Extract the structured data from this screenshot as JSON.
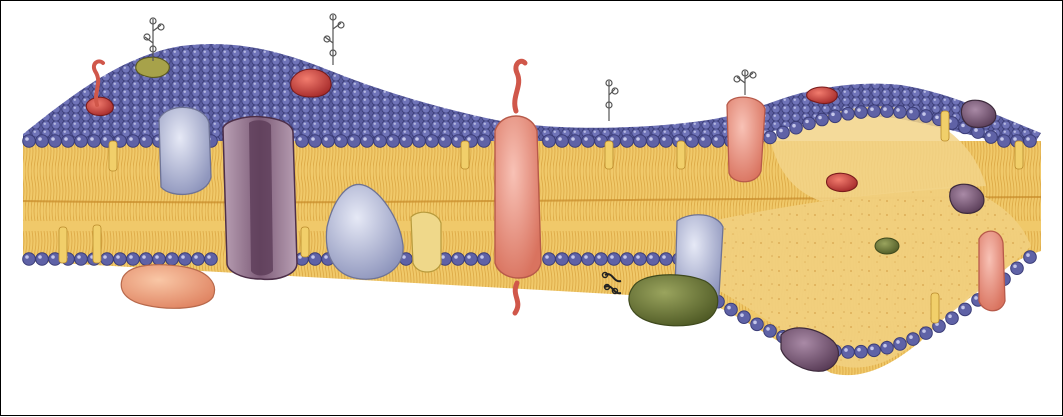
{
  "figure": {
    "caption": "",
    "colors": {
      "lipid_head": "#5f62a6",
      "lipid_head_dark": "#3b3d78",
      "tail_core": "#e9b84a",
      "tail_light": "#f6d98b",
      "tail_line": "#c98a22",
      "channel_protein": "#8a6a86",
      "peripheral_protein_lavender": "#a9b0cf",
      "integral_protein_pink": "#e98f82",
      "glycoprotein_red": "#c63b3b",
      "peripheral_protein_olive": "#6f7d3b",
      "peripheral_protein_salmon": "#f0a17f",
      "cholesterol_cream": "#efd88a"
    },
    "components": [
      "channel-protein",
      "integral-protein",
      "peripheral-protein",
      "glycoprotein",
      "glycolipid",
      "cholesterol",
      "phospholipid-bilayer"
    ]
  }
}
